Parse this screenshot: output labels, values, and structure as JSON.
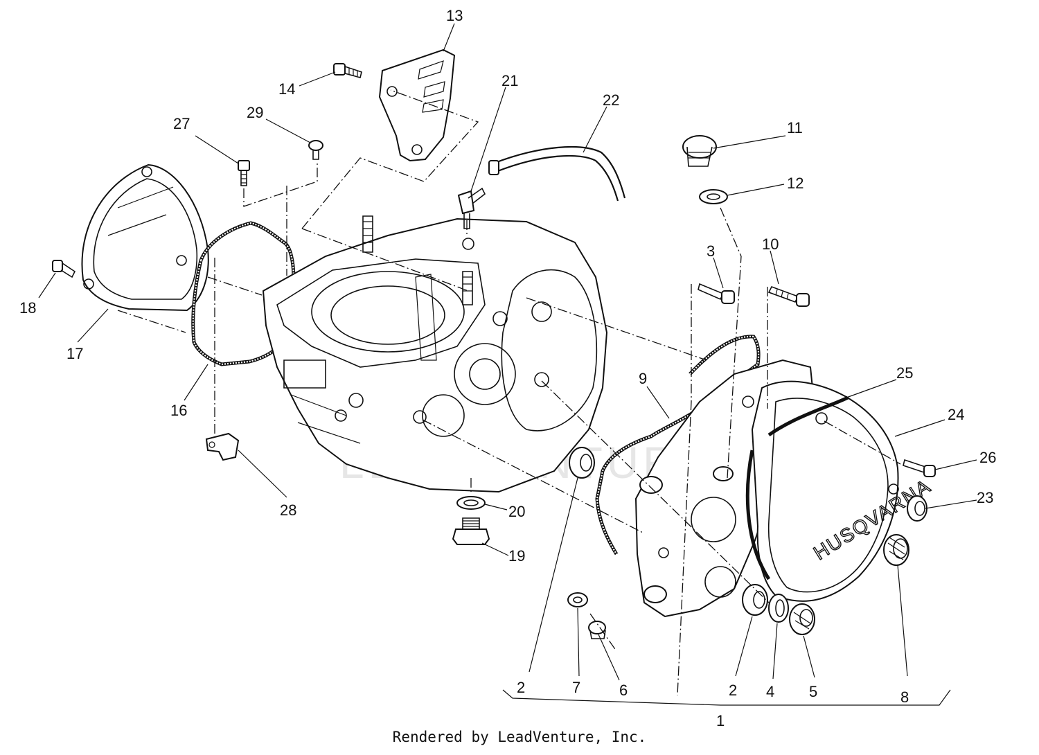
{
  "diagram": {
    "callouts": [
      {
        "id": "13",
        "text": "13"
      },
      {
        "id": "14",
        "text": "14"
      },
      {
        "id": "21",
        "text": "21"
      },
      {
        "id": "22",
        "text": "22"
      },
      {
        "id": "27",
        "text": "27"
      },
      {
        "id": "29",
        "text": "29"
      },
      {
        "id": "11",
        "text": "11"
      },
      {
        "id": "12",
        "text": "12"
      },
      {
        "id": "3",
        "text": "3"
      },
      {
        "id": "10",
        "text": "10"
      },
      {
        "id": "18",
        "text": "18"
      },
      {
        "id": "17",
        "text": "17"
      },
      {
        "id": "9",
        "text": "9"
      },
      {
        "id": "25",
        "text": "25"
      },
      {
        "id": "24",
        "text": "24"
      },
      {
        "id": "16",
        "text": "16"
      },
      {
        "id": "26",
        "text": "26"
      },
      {
        "id": "23",
        "text": "23"
      },
      {
        "id": "28",
        "text": "28"
      },
      {
        "id": "20",
        "text": "20"
      },
      {
        "id": "19",
        "text": "19"
      },
      {
        "id": "2a",
        "text": "2"
      },
      {
        "id": "7",
        "text": "7"
      },
      {
        "id": "6",
        "text": "6"
      },
      {
        "id": "2b",
        "text": "2"
      },
      {
        "id": "4",
        "text": "4"
      },
      {
        "id": "5",
        "text": "5"
      },
      {
        "id": "8",
        "text": "8"
      },
      {
        "id": "1",
        "text": "1"
      }
    ],
    "cover_brand": "HUSQVARNA",
    "watermark": "LEADVENTURE"
  },
  "footer": {
    "credit": "Rendered by LeadVenture, Inc."
  }
}
